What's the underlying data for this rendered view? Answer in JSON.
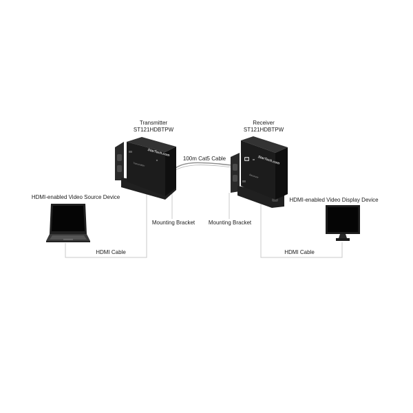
{
  "transmitter": {
    "title": "Transmitter",
    "model": "ST121HDBTPW",
    "brand": "StarTech.com",
    "panel_label": "Transmitter"
  },
  "receiver": {
    "title": "Receiver",
    "model": "ST121HDBTPW",
    "brand": "StarTech.com",
    "panel_label": "Receiver"
  },
  "cable_center": "100m Cat5 Cable",
  "bracket_left": "Mounting Bracket",
  "bracket_right": "Mounting Bracket",
  "source_device": "HDMI-enabled Video Source Device",
  "display_device": "HDMI-enabled Video Display Device",
  "hdmi_left": "HDMI Cable",
  "hdmi_right": "HDMI Cable",
  "colors": {
    "device_body": "#1c1c1c",
    "device_highlight": "#3a3a3a",
    "connector_line": "#c6c6c6",
    "cable_line": "#8a8a8a",
    "text": "#1a1a1a"
  }
}
